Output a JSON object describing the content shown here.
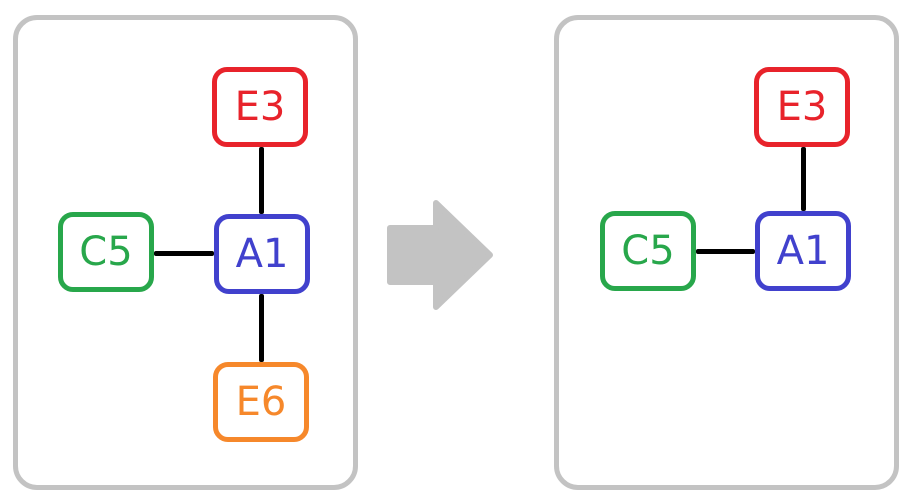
{
  "diagram": {
    "edge_color": "#000000",
    "panel_border_color": "#c3c3c3",
    "node_fill": "#ffffff",
    "arrow": {
      "color": "#c3c3c3",
      "direction": "right"
    },
    "panels": {
      "before": {
        "name": "before",
        "nodes": [
          {
            "id": "E3",
            "label": "E3",
            "color": "#e8232b",
            "position": "top"
          },
          {
            "id": "C5",
            "label": "C5",
            "color": "#28a74b",
            "position": "left"
          },
          {
            "id": "A1",
            "label": "A1",
            "color": "#4141cd",
            "position": "center"
          },
          {
            "id": "E6",
            "label": "E6",
            "color": "#f6882b",
            "position": "bottom"
          }
        ],
        "edges": [
          {
            "from": "E3",
            "to": "A1"
          },
          {
            "from": "C5",
            "to": "A1"
          },
          {
            "from": "A1",
            "to": "E6"
          }
        ]
      },
      "after": {
        "name": "after",
        "nodes": [
          {
            "id": "E3",
            "label": "E3",
            "color": "#e8232b",
            "position": "top"
          },
          {
            "id": "C5",
            "label": "C5",
            "color": "#28a74b",
            "position": "left"
          },
          {
            "id": "A1",
            "label": "A1",
            "color": "#4141cd",
            "position": "center"
          }
        ],
        "edges": [
          {
            "from": "E3",
            "to": "A1"
          },
          {
            "from": "C5",
            "to": "A1"
          }
        ]
      }
    }
  }
}
